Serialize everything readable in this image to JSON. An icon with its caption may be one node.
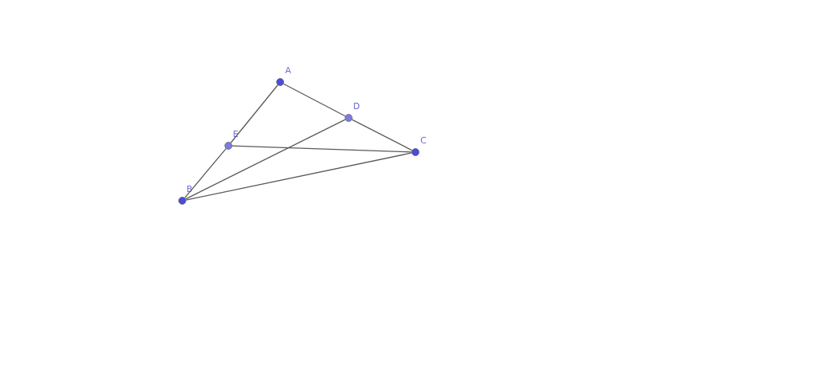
{
  "diagram": {
    "nodes": [
      {
        "text": [
          "A"
        ]
      },
      {
        "text": [
          "D"
        ]
      },
      {
        "text": [
          "E"
        ]
      },
      {
        "text": [
          "C"
        ]
      },
      {
        "text": [
          "B"
        ]
      }
    ],
    "edges": [
      {
        "from": 0,
        "to": 2,
        "arrow": "none"
      },
      {
        "from": 2,
        "to": 4,
        "arrow": "none"
      },
      {
        "from": 0,
        "to": 1,
        "arrow": "none"
      },
      {
        "from": 1,
        "to": 3,
        "arrow": "none"
      },
      {
        "from": 4,
        "to": 1,
        "arrow": "none"
      },
      {
        "from": 2,
        "to": 3,
        "arrow": "none"
      },
      {
        "from": 4,
        "to": 3,
        "arrow": "none"
      }
    ]
  }
}
